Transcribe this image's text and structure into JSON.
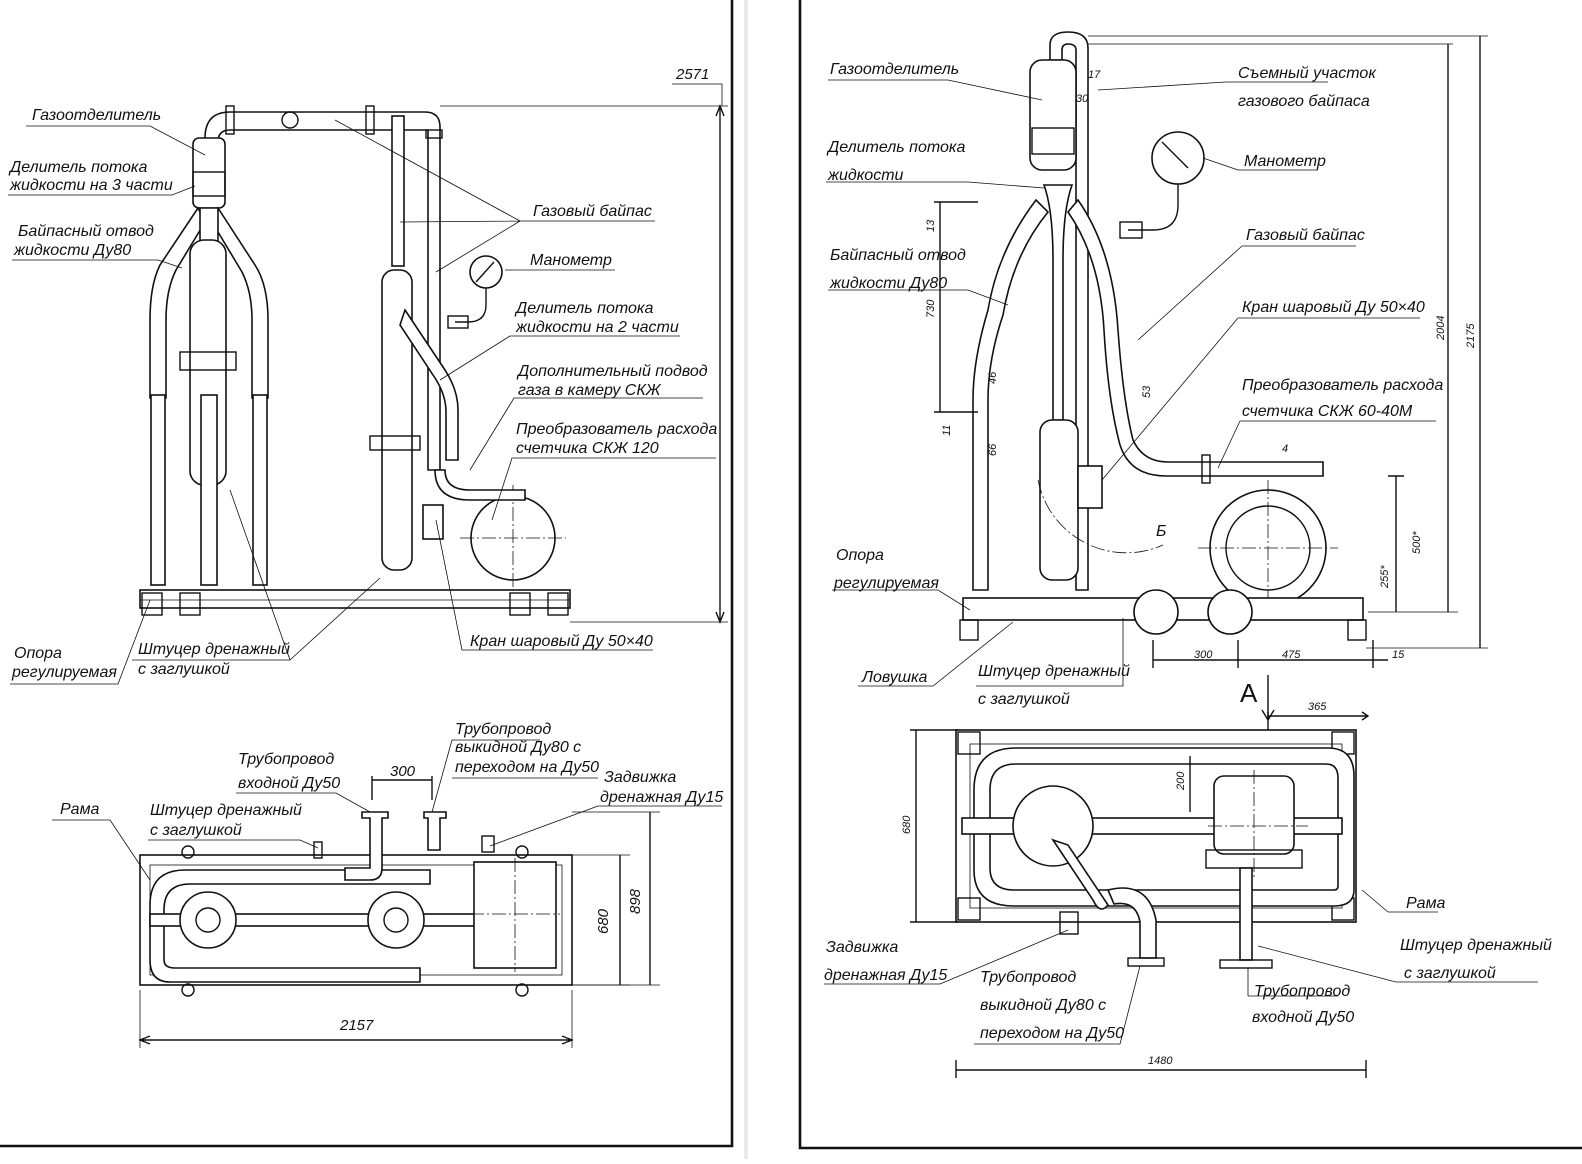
{
  "left_sheet": {
    "front": {
      "dim_height": "2571",
      "labels": {
        "gas_separator": "Газоотделитель",
        "divider3_line1": "Делитель потока",
        "divider3_line2": "жидкости на 3 части",
        "bypass_line1": "Байпасный отвод",
        "bypass_line2": "жидкости Ду80",
        "gas_bypass": "Газовый байпас",
        "manometer": "Манометр",
        "divider2_line1": "Делитель потока",
        "divider2_line2": "жидкости на 2 части",
        "extra_gas_line1": "Дополнительный подвод",
        "extra_gas_line2": "газа в камеру СКЖ",
        "converter_line1": "Преобразователь расхода",
        "converter_line2": "счетчика СКЖ 120",
        "ball_valve": "Кран шаровый Ду 50×40",
        "support_line1": "Опора",
        "support_line2": "регулируемая",
        "drain_line1": "Штуцер дренажный",
        "drain_line2": "с заглушкой"
      }
    },
    "plan": {
      "dim_width": "2157",
      "dim_frame": "680",
      "dim_overall": "898",
      "dim_offset": "300",
      "labels": {
        "inlet_line1": "Трубопровод",
        "inlet_line2": "входной Ду50",
        "outlet_line1": "Трубопровод",
        "outlet_line2": "выкидной Ду80 с",
        "outlet_line3": "переходом на Ду50",
        "valve_line1": "Задвижка",
        "valve_line2": "дренажная Ду15",
        "frame": "Рама",
        "drain_line1": "Штуцер дренажный",
        "drain_line2": "с заглушкой"
      }
    }
  },
  "right_sheet": {
    "front": {
      "dims": {
        "height_total": "2175",
        "height_main": "2004",
        "d13": "13",
        "d730": "730",
        "d46": "46",
        "d11": "11",
        "d66": "66",
        "d53": "53",
        "d4": "4",
        "d500": "500*",
        "d255": "255*",
        "d300": "300",
        "d475": "475",
        "d15": "15",
        "d17": "17",
        "d30": "30"
      },
      "labels": {
        "gas_separator": "Газоотделитель",
        "removable_line1": "Съемный участок",
        "removable_line2": "газового байпаса",
        "divider_line1": "Делитель потока",
        "divider_line2": "жидкости",
        "manometer": "Манометр",
        "bypass_line1": "Байпасный отвод",
        "bypass_line2": "жидкости Ду80",
        "gas_bypass": "Газовый байпас",
        "ball_valve": "Кран шаровый Ду 50×40",
        "converter_line1": "Преобразователь расхода",
        "converter_line2": "счетчика СКЖ 60-40М",
        "section_b": "Б",
        "support_line1": "Опора",
        "support_line2": "регулируемая",
        "trap": "Ловушка",
        "drain_line1": "Штуцер дренажный",
        "drain_line2": "с заглушкой",
        "view_a": "А"
      }
    },
    "plan": {
      "dims": {
        "d365": "365",
        "d200": "200",
        "d680": "680",
        "d1480": "1480"
      },
      "labels": {
        "frame": "Рама",
        "valve_line1": "Задвижка",
        "valve_line2": "дренажная Ду15",
        "outlet_line1": "Трубопровод",
        "outlet_line2": "выкидной Ду80 с",
        "outlet_line3": "переходом на Ду50",
        "inlet_line1": "Трубопровод",
        "inlet_line2": "входной Ду50",
        "drain_line1": "Штуцер дренажный",
        "drain_line2": "с заглушкой"
      }
    }
  }
}
